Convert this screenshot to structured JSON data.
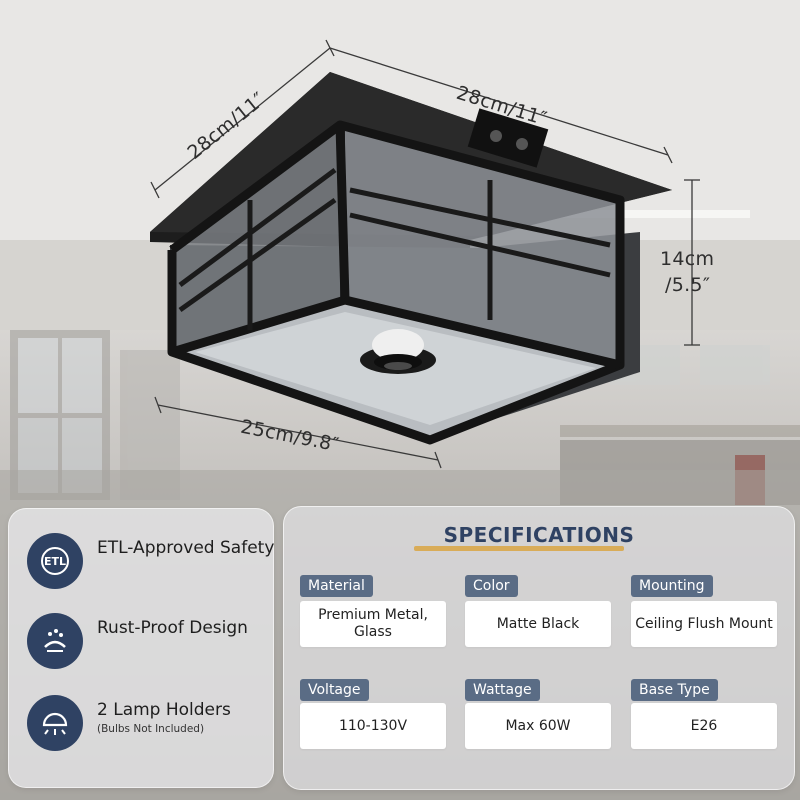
{
  "dimensions": {
    "width_top": "28cm/11″",
    "depth_top": "28cm/11″",
    "height_cm": "14cm",
    "height_in": "/5.5″",
    "base": "25cm/9.8″"
  },
  "features": [
    {
      "icon": "etl-certification-icon",
      "title": "ETL-Approved Safety",
      "note": ""
    },
    {
      "icon": "rust-proof-icon",
      "title": "Rust-Proof Design",
      "note": ""
    },
    {
      "icon": "lamp-holder-icon",
      "title": "2 Lamp Holders",
      "note": "(Bulbs Not Included)"
    }
  ],
  "specs": {
    "title": "SPECIFICATIONS",
    "items": [
      {
        "label": "Material",
        "value": "Premium Metal, Glass"
      },
      {
        "label": "Color",
        "value": "Matte Black"
      },
      {
        "label": "Mounting",
        "value": "Ceiling Flush Mount"
      },
      {
        "label": "Voltage",
        "value": "110-130V"
      },
      {
        "label": "Wattage",
        "value": "Max 60W"
      },
      {
        "label": "Base Type",
        "value": "E26"
      }
    ]
  },
  "colors": {
    "accent_navy": "#2f4263",
    "label_bg": "#5a6c85",
    "underline": "#d9a23a",
    "fixture": "#1d1d1d"
  }
}
